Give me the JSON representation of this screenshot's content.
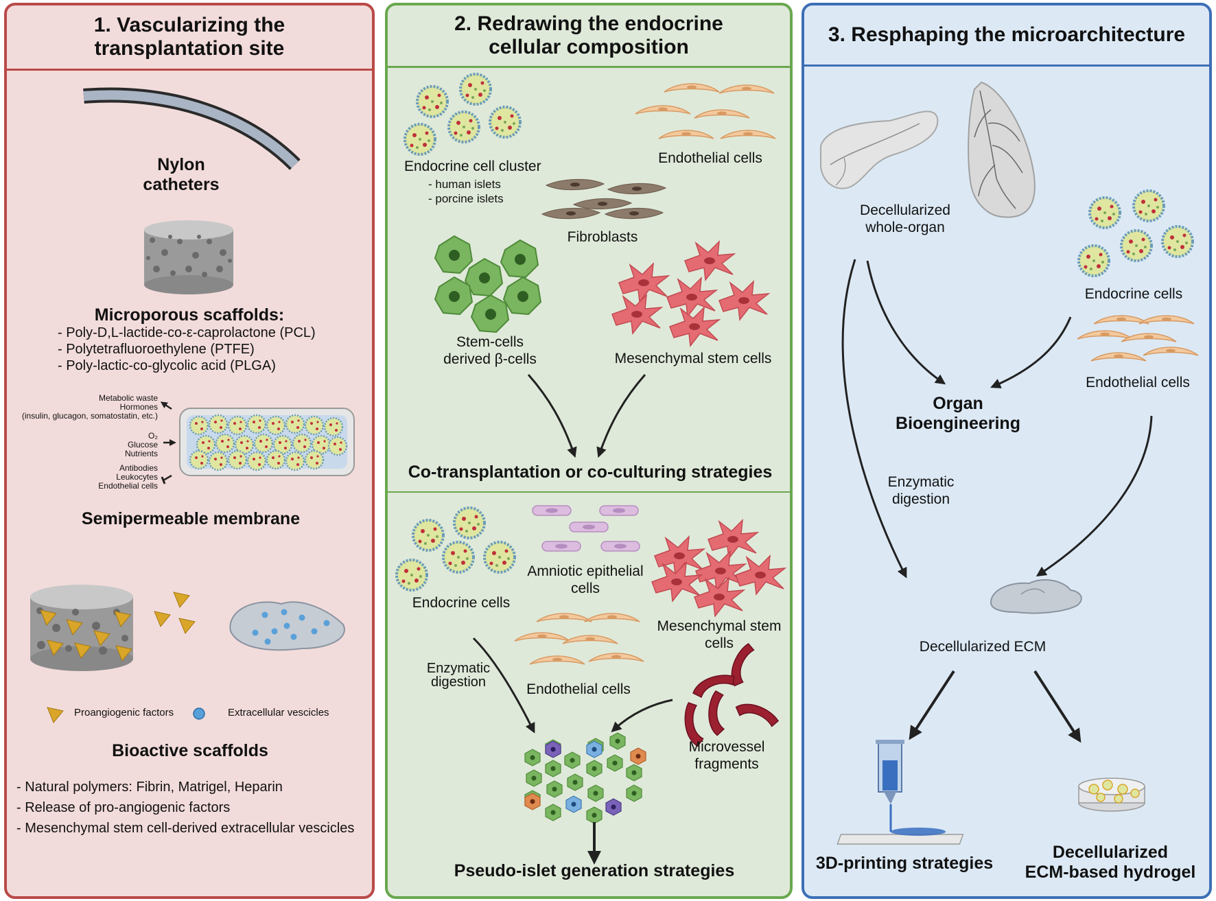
{
  "panel1": {
    "title_line1": "1. Vascularizing the",
    "title_line2": "transplantation site",
    "nylon_line1": "Nylon",
    "nylon_line2": "catheters",
    "microporous_title": "Microporous scaffolds:",
    "microporous_items": [
      "-  Poly-D,L-lactide-co-ε-caprolactone (PCL)",
      "-  Polytetrafluoroethylene (PTFE)",
      "-  Poly-lactic-co-glycolic acid (PLGA)"
    ],
    "membrane_out": [
      "Metabolic waste",
      "Hormones",
      "(insulin, glucagon, somatostatin, etc.)"
    ],
    "membrane_in": [
      "O₂",
      "Glucose",
      "Nutrients"
    ],
    "membrane_block": [
      "Antibodies",
      "Leukocytes",
      "Endothelial cells"
    ],
    "membrane_title": "Semipermeable membrane",
    "legend_proangiogenic": "Proangiogenic factors",
    "legend_vesicles": "Extracellular vescicles",
    "bioactive_title": "Bioactive scaffolds",
    "bioactive_items": [
      "-  Natural polymers: Fibrin, Matrigel, Heparin",
      "-  Release of pro-angiogenic factors",
      "-  Mesenchymal stem cell-derived extracellular vescicles"
    ]
  },
  "panel2": {
    "title_line1": "2. Redrawing the endocrine",
    "title_line2": "cellular composition",
    "endocrine_cluster": "Endocrine cell cluster",
    "human_islets": "- human islets",
    "porcine_islets": "- porcine islets",
    "endothelial": "Endothelial cells",
    "fibroblasts": "Fibroblasts",
    "stem_line1": "Stem-cells",
    "stem_line2": "derived β-cells",
    "mesenchymal": "Mesenchymal stem cells",
    "cotransplant": "Co-transplantation or co-culturing strategies",
    "endocrine_cells": "Endocrine cells",
    "amniotic_line1": "Amniotic epithelial",
    "amniotic_line2": "cells",
    "mesenchymal2_line1": "Mesenchymal stem",
    "mesenchymal2_line2": "cells",
    "enzymatic_line1": "Enzymatic",
    "enzymatic_line2": "digestion",
    "endothelial2": "Endothelial cells",
    "microvessel_line1": "Microvessel",
    "microvessel_line2": "fragments",
    "pseudo_islet": "Pseudo-islet generation strategies"
  },
  "panel3": {
    "title": "3. Resphaping the microarchitecture",
    "decell_whole_line1": "Decellularized",
    "decell_whole_line2": "whole-organ",
    "endocrine_cells": "Endocrine cells",
    "endothelial_cells": "Endothelial cells",
    "organ_line1": "Organ",
    "organ_line2": "Bioengineering",
    "enzymatic_line1": "Enzymatic",
    "enzymatic_line2": "digestion",
    "decell_ecm": "Decellularized ECM",
    "printing": "3D-printing strategies",
    "hydrogel_line1": "Decellularized",
    "hydrogel_line2": "ECM-based hydrogel"
  },
  "colors": {
    "panel1_bg": "#f2dcdb",
    "panel1_border": "#b94a48",
    "panel2_bg": "#dfe9d9",
    "panel2_border": "#6aa84f",
    "panel3_bg": "#dce9f5",
    "panel3_border": "#3d6fb5",
    "islet_fill": "#dfe6a0",
    "islet_dot": "#c0303a",
    "endothelial": "#f0c79a",
    "fibroblast": "#8c7a6a",
    "stem_cell": "#6aa84f",
    "mesenchymal": "#e0606a",
    "amniotic": "#d8b8dc",
    "vessel": "#9b2030",
    "proangiogenic": "#d9a62a",
    "vesicle": "#5aa0d8"
  }
}
